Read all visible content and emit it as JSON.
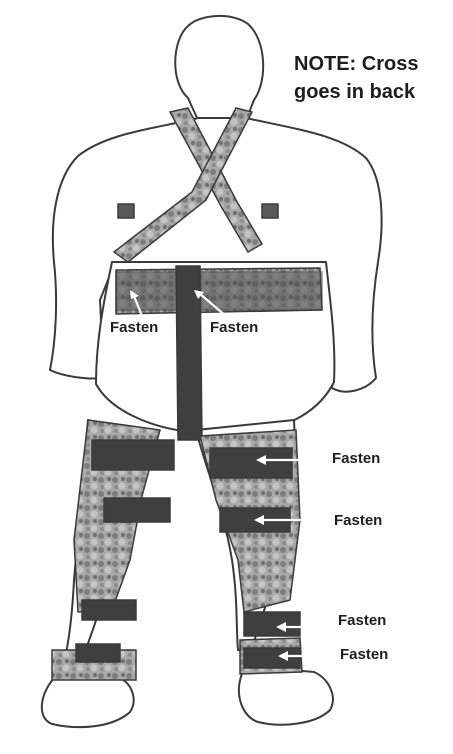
{
  "note": {
    "line1": "NOTE: Cross",
    "line2": "goes in back"
  },
  "labels": {
    "waist_left": "Fasten",
    "waist_right": "Fasten",
    "thigh_upper": "Fasten",
    "thigh_lower": "Fasten",
    "ankle_upper": "Fasten",
    "ankle_lower": "Fasten"
  },
  "colors": {
    "outline": "#3a3a3a",
    "strap_dark": "#3f3f3f",
    "camo": "#9a9a9a",
    "text": "#1e1e1e"
  }
}
